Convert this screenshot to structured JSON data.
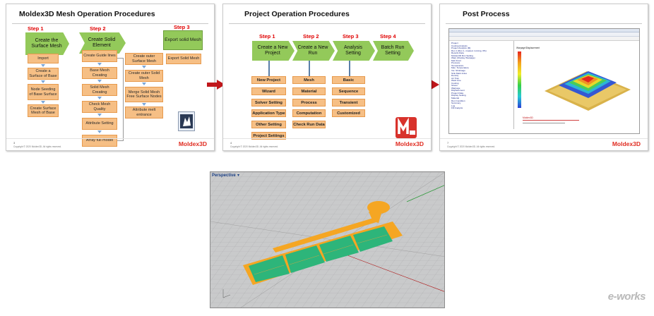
{
  "slide1": {
    "title": "Moldex3D Mesh Operation Procedures",
    "steps": [
      "Step 1",
      "Step 2",
      "Step 3"
    ],
    "headers": [
      "Create the Surface Mesh",
      "Create Solid Element",
      "Export solid Mesh"
    ],
    "col1": [
      "Import",
      "Create a Surface of Base",
      "Node Seeding of Base Surface",
      "Create Surface Mesh of Base"
    ],
    "col2": [
      "Create Guide lines",
      "Base Mesh Creating",
      "Solid Mesh Creating",
      "Check Mesh Quality",
      "Attribute Setting",
      "Array full model"
    ],
    "col3": [
      "Create outer Surface Mesh",
      "Create outer Solid Mesh",
      "Merge Solid Mesh Free Surface Nodes",
      "Attribute melt entrance"
    ],
    "col4": [
      "Export Solid Mesh"
    ],
    "page": "3",
    "copyright": "Copyright © 2020 Moldex3D. All rights reserved.",
    "brand": "Moldex3D"
  },
  "slide2": {
    "title": "Project Operation Procedures",
    "steps": [
      "Step 1",
      "Step 2",
      "Step 3",
      "Step 4"
    ],
    "chevrons": [
      "Create a New Project",
      "Create a New Run",
      "Analysis Setting",
      "Batch Run Setting"
    ],
    "col1": [
      "New Project",
      "Wizard",
      "Solver Setting",
      "Application Type",
      "Other Setting",
      "Project Settings"
    ],
    "col2": [
      "Mesh",
      "Material",
      "Process",
      "Computation",
      "Check Run Data"
    ],
    "col3": [
      "Basic",
      "Sequence",
      "Transient",
      "Customized"
    ],
    "page": "4",
    "copyright": "Copyright © 2020 Moldex3D. All rights reserved.",
    "brand": "Moldex3D"
  },
  "slide3": {
    "title": "Post Process",
    "page": "7",
    "copyright": "Copyright © 2020 Moldex3D. All rights reserved.",
    "brand": "Moldex3D",
    "tree": [
      "Project",
      "Cooling Analysis",
      "Project Analysis (M)",
      "Run 1 (Run 1, created, running, 0%)",
      "Results Data",
      "Moldex3D Run Setting",
      "Warp (Display Warpage)",
      "Melt Front",
      "Pressure",
      "Temperature",
      "Max. Temperature",
      "Vol. Shrinkage",
      "Sink Mark Index",
      "Density",
      "Air Trap",
      "Weld Line",
      "Cooling",
      "Stress",
      "Warpage",
      "Displacement",
      "Project Data",
      "Display Setting",
      "Material",
      "Run Condition",
      "Summary",
      "Log",
      "Fill Analysis"
    ],
    "legend_title": "Warpage/Displacement",
    "annotation": "Moldex3D"
  },
  "viewport": {
    "label": "Perspective"
  },
  "watermark": "e-works",
  "colors": {
    "accent_red": "#c0171b",
    "green": "#93c95a",
    "orange": "#f6bf85",
    "mesh_orange": "#f5a623",
    "mesh_green": "#2db57a"
  }
}
